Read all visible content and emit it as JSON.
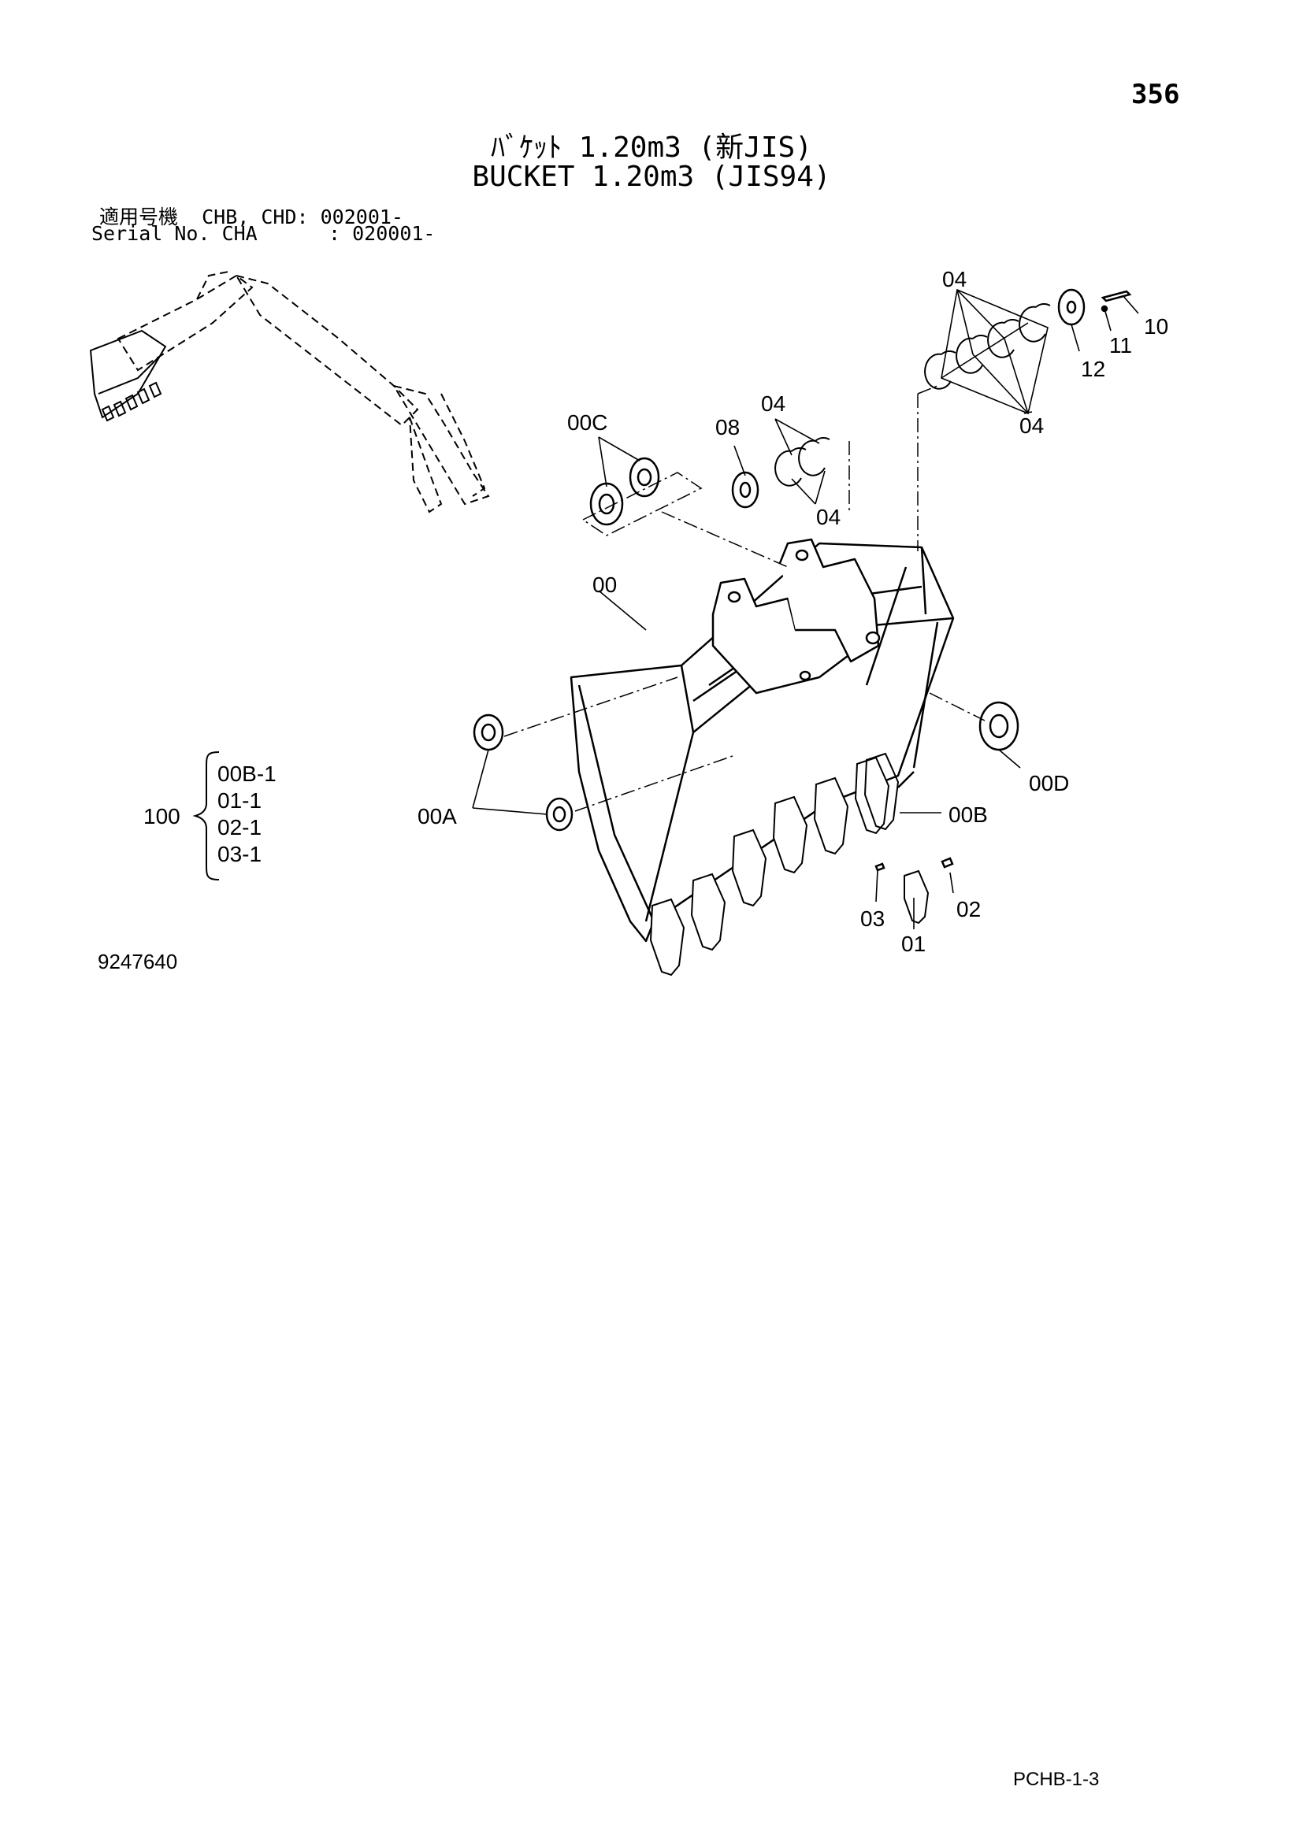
{
  "page_number": "356",
  "title": {
    "japanese": "ﾊﾞｹｯﾄ 1.20m3 (新JIS)",
    "english": "BUCKET 1.20m3 (JIS94)"
  },
  "serial": {
    "line1": "適用号機  CHB, CHD: 002001-",
    "line2": "Serial No. CHA      : 020001-"
  },
  "callouts": {
    "c04_top": "04",
    "c10": "10",
    "c11": "11",
    "c12": "12",
    "c04_right": "04",
    "c00C": "00C",
    "c08": "08",
    "c04_mid": "04",
    "c04_mid_low": "04",
    "c00": "00",
    "c00D": "00D",
    "c00A": "00A",
    "c00B": "00B",
    "c02": "02",
    "c03": "03",
    "c01": "01"
  },
  "kit": {
    "label": "100",
    "items": [
      "00B-1",
      "01-1",
      "02-1",
      "03-1"
    ]
  },
  "doc_number": "9247640",
  "footer_code": "PCHB-1-3"
}
